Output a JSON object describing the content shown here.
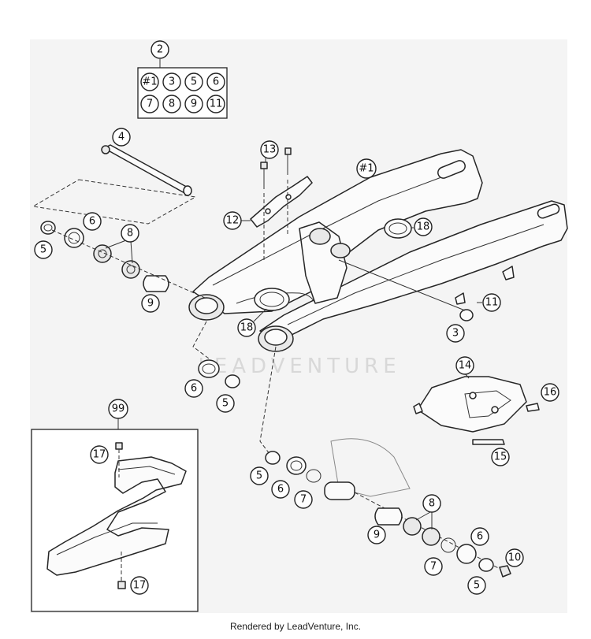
{
  "watermark": "LEADVENTURE",
  "footer": "Rendered by LeadVenture, Inc.",
  "kit": {
    "label": "2",
    "contents": [
      "#1",
      "3",
      "5",
      "6",
      "7",
      "8",
      "9",
      "11"
    ]
  },
  "inset": {
    "label": "99"
  },
  "callouts": {
    "frame": "#1",
    "c4": "4",
    "c13": "13",
    "c12": "12",
    "c18a": "18",
    "c18b": "18",
    "c11": "11",
    "c3": "3",
    "c6a": "6",
    "c5a": "5",
    "c8a": "8",
    "c9a": "9",
    "c6b": "6",
    "c5b": "5",
    "c14": "14",
    "c16": "16",
    "c15": "15",
    "c5c": "5",
    "c6c": "6",
    "c7a": "7",
    "c8b": "8",
    "c9b": "9",
    "c6d": "6",
    "c7b": "7",
    "c10": "10",
    "c5d": "5",
    "c17a": "17",
    "c17b": "17"
  }
}
